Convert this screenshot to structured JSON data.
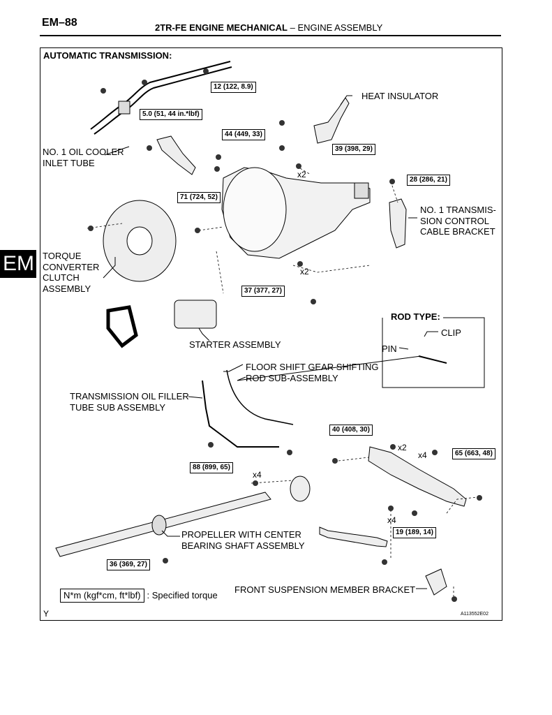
{
  "header": {
    "page_code": "EM–88",
    "section_title": "2TR-FE ENGINE MECHANICAL",
    "separator": "–",
    "subsection": "ENGINE ASSEMBLY"
  },
  "side_tab": "EM",
  "diagram": {
    "heading": "AUTOMATIC TRANSMISSION:",
    "labels": {
      "heat_insulator": "HEAT INSULATOR",
      "oil_cooler": "NO. 1 OIL COOLER\nINLET TUBE",
      "control_bracket": "NO. 1 TRANSMIS-\nSION CONTROL\nCABLE BRACKET",
      "torque_converter": "TORQUE\nCONVERTER\nCLUTCH\nASSEMBLY",
      "starter": "STARTER ASSEMBLY",
      "rod_type": "ROD TYPE:",
      "clip": "CLIP",
      "pin": "PIN",
      "floor_shift": "FLOOR SHIFT GEAR SHIFTING\nROD SUB-ASSEMBLY",
      "filler_tube": "TRANSMISSION OIL FILLER\nTUBE SUB ASSEMBLY",
      "propeller": "PROPELLER WITH CENTER\nBEARING SHAFT ASSEMBLY",
      "front_suspension": "FRONT SUSPENSION MEMBER BRACKET"
    },
    "torques": {
      "t12": "12 (122, 8.9)",
      "t5": "5.0 (51, 44 in.*lbf)",
      "t44": "44 (449, 33)",
      "t39": "39 (398, 29)",
      "t28": "28 (286, 21)",
      "t71": "71 (724, 52)",
      "t37": "37 (377, 27)",
      "t40": "40 (408, 30)",
      "t65": "65 (663, 48)",
      "t88": "88 (899, 65)",
      "t19": "19 (189, 14)",
      "t36": "36 (369, 27)"
    },
    "multipliers": {
      "m1": "x2",
      "m2": "x2",
      "m3": "x2",
      "m4": "x4",
      "m5": "x4",
      "m6": "x4"
    },
    "legend": {
      "unit": "N*m (kgf*cm, ft*lbf)",
      "text": ": Specified torque"
    },
    "footer_left": "Y",
    "figure_id": "A113552E02"
  }
}
